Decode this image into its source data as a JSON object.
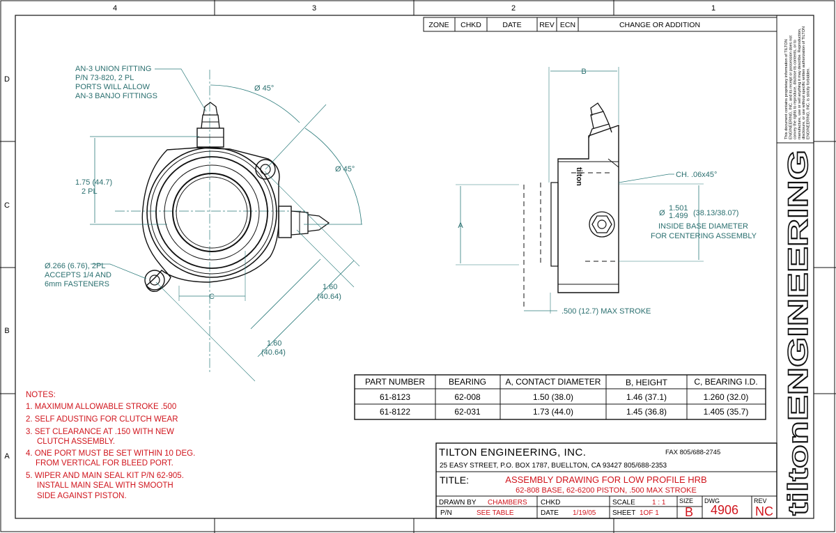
{
  "frame": {
    "zones_top": [
      "4",
      "3",
      "2",
      "1"
    ],
    "zones_side": [
      "D",
      "C",
      "B",
      "A"
    ]
  },
  "revision_block": {
    "headers": [
      "ZONE",
      "CHKD",
      "DATE",
      "REV",
      "ECN",
      "CHANGE OR ADDITION"
    ]
  },
  "notes": {
    "heading": "NOTES:",
    "items": [
      [
        "1. MAXIMUM ALLOWABLE STROKE .500"
      ],
      [
        "2. SELF ADUSTING FOR CLUTCH WEAR"
      ],
      [
        "3. SET CLEARANCE AT .150 WITH NEW",
        "CLUTCH ASSEMBLY."
      ],
      [
        "4. ONE PORT MUST BE SET WITHIN 10 DEG.",
        "FROM VERTICAL FOR BLEED PORT."
      ],
      [
        "5. WIPER AND MAIN SEAL KIT P/N 62-905.",
        "INSTALL MAIN SEAL WITH SMOOTH",
        "SIDE AGAINST PISTON."
      ]
    ]
  },
  "front_view": {
    "fitting_note": [
      "AN-3 UNION FITTING",
      "P/N 73-820, 2 PL",
      "PORTS WILL ALLOW",
      "AN-3 BANJO FITTINGS"
    ],
    "angle_1": "Ø 45°",
    "angle_2": "Ø 45°",
    "dim_height": [
      "1.75 (44.7)",
      "2 PL"
    ],
    "hole_note": [
      "Ø.266 (6.76), 2PL",
      "ACCEPTS 1/4 AND",
      "6mm FASTENERS"
    ],
    "dim_c": "C",
    "dim_160a": [
      "1.60",
      "(40.64)"
    ],
    "dim_160b": [
      "1.60",
      "(40.64)"
    ]
  },
  "side_view": {
    "dim_b": "B",
    "dim_a": "A",
    "chamfer": "CH. .06x45°",
    "diameter_prefix": "Ø",
    "diameter_upper": "1.501",
    "diameter_lower": "1.499",
    "diameter_metric": "(38.13/38.07)",
    "diameter_note": [
      "INSIDE BASE DIAMETER",
      "FOR CENTERING ASSEMBLY"
    ],
    "stroke": ".500 (12.7) MAX STROKE",
    "body_marking": "tilton"
  },
  "parts_table": {
    "headers": [
      "PART NUMBER",
      "BEARING",
      "A, CONTACT DIAMETER",
      "B, HEIGHT",
      "C, BEARING I.D."
    ],
    "rows": [
      [
        "61-8123",
        "62-008",
        "1.50 (38.0)",
        "1.46 (37.1)",
        "1.260 (32.0)"
      ],
      [
        "61-8122",
        "62-031",
        "1.73 (44.0)",
        "1.45 (36.8)",
        "1.405 (35.7)"
      ]
    ]
  },
  "title_block": {
    "company": "TILTON ENGINEERING, INC.",
    "fax": "FAX 805/688-2745",
    "address": "25 EASY STREET, P.O. BOX 1787, BUELLTON, CA 93427 805/688-2353",
    "title_label": "TITLE:",
    "title_line1": "ASSEMBLY DRAWING FOR LOW PROFILE HRB",
    "title_line2": "62-808 BASE, 62-6200 PISTON, .500 MAX STROKE",
    "drawn_by_label": "DRAWN BY",
    "drawn_by": "CHAMBERS",
    "chkd_label": "CHKD",
    "scale_label": "SCALE",
    "scale_value": "1 : 1",
    "size_label": "SIZE",
    "size_value": "B",
    "dwg_label": "DWG",
    "dwg_value": "4906",
    "rev_label": "REV",
    "rev_value": "NC",
    "pn_label": "P/N",
    "pn_value": "SEE TABLE",
    "date_label": "DATE",
    "date_value": "1/19/05",
    "sheet_label": "SHEET",
    "sheet_value": "1OF 1"
  },
  "side_strip": {
    "brand": "tiltonENGINEERING",
    "proprietary": [
      "This document contains proprietary information of TILTON",
      "ENGINEERING, INC. and its receipt or possession does not",
      "convey the rights to reproduce, disclose its contents, or to",
      "manufacture, use or sell anything it may describe. Reproduction,",
      "disclosure, or use without specific written authorization of TILTON",
      "ENGINEERING, INC. is strictly forbidden."
    ]
  }
}
